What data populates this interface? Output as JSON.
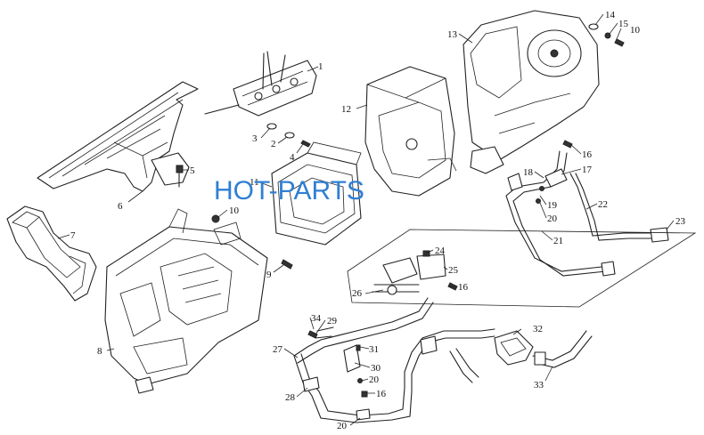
{
  "watermark": {
    "text": "HOT-PARTS",
    "color": "#2F7FD4"
  },
  "callouts": [
    {
      "id": "c1",
      "label": "1"
    },
    {
      "id": "c2",
      "label": "2"
    },
    {
      "id": "c3",
      "label": "3"
    },
    {
      "id": "c4",
      "label": "4"
    },
    {
      "id": "c5",
      "label": "5"
    },
    {
      "id": "c6",
      "label": "6"
    },
    {
      "id": "c7",
      "label": "7"
    },
    {
      "id": "c8",
      "label": "8"
    },
    {
      "id": "c9",
      "label": "9"
    },
    {
      "id": "c10a",
      "label": "10"
    },
    {
      "id": "c10b",
      "label": "10"
    },
    {
      "id": "c11",
      "label": "11"
    },
    {
      "id": "c12",
      "label": "12"
    },
    {
      "id": "c13",
      "label": "13"
    },
    {
      "id": "c14",
      "label": "14"
    },
    {
      "id": "c15",
      "label": "15"
    },
    {
      "id": "c16a",
      "label": "16"
    },
    {
      "id": "c16b",
      "label": "16"
    },
    {
      "id": "c16c",
      "label": "16"
    },
    {
      "id": "c17",
      "label": "17"
    },
    {
      "id": "c18",
      "label": "18"
    },
    {
      "id": "c19",
      "label": "19"
    },
    {
      "id": "c20a",
      "label": "20"
    },
    {
      "id": "c20b",
      "label": "20"
    },
    {
      "id": "c20c",
      "label": "20"
    },
    {
      "id": "c21",
      "label": "21"
    },
    {
      "id": "c22",
      "label": "22"
    },
    {
      "id": "c23",
      "label": "23"
    },
    {
      "id": "c24",
      "label": "24"
    },
    {
      "id": "c25",
      "label": "25"
    },
    {
      "id": "c26",
      "label": "26"
    },
    {
      "id": "c27",
      "label": "27"
    },
    {
      "id": "c28",
      "label": "28"
    },
    {
      "id": "c29",
      "label": "29"
    },
    {
      "id": "c30",
      "label": "30"
    },
    {
      "id": "c31",
      "label": "31"
    },
    {
      "id": "c32",
      "label": "32"
    },
    {
      "id": "c33",
      "label": "33"
    },
    {
      "id": "c34",
      "label": "34"
    }
  ]
}
